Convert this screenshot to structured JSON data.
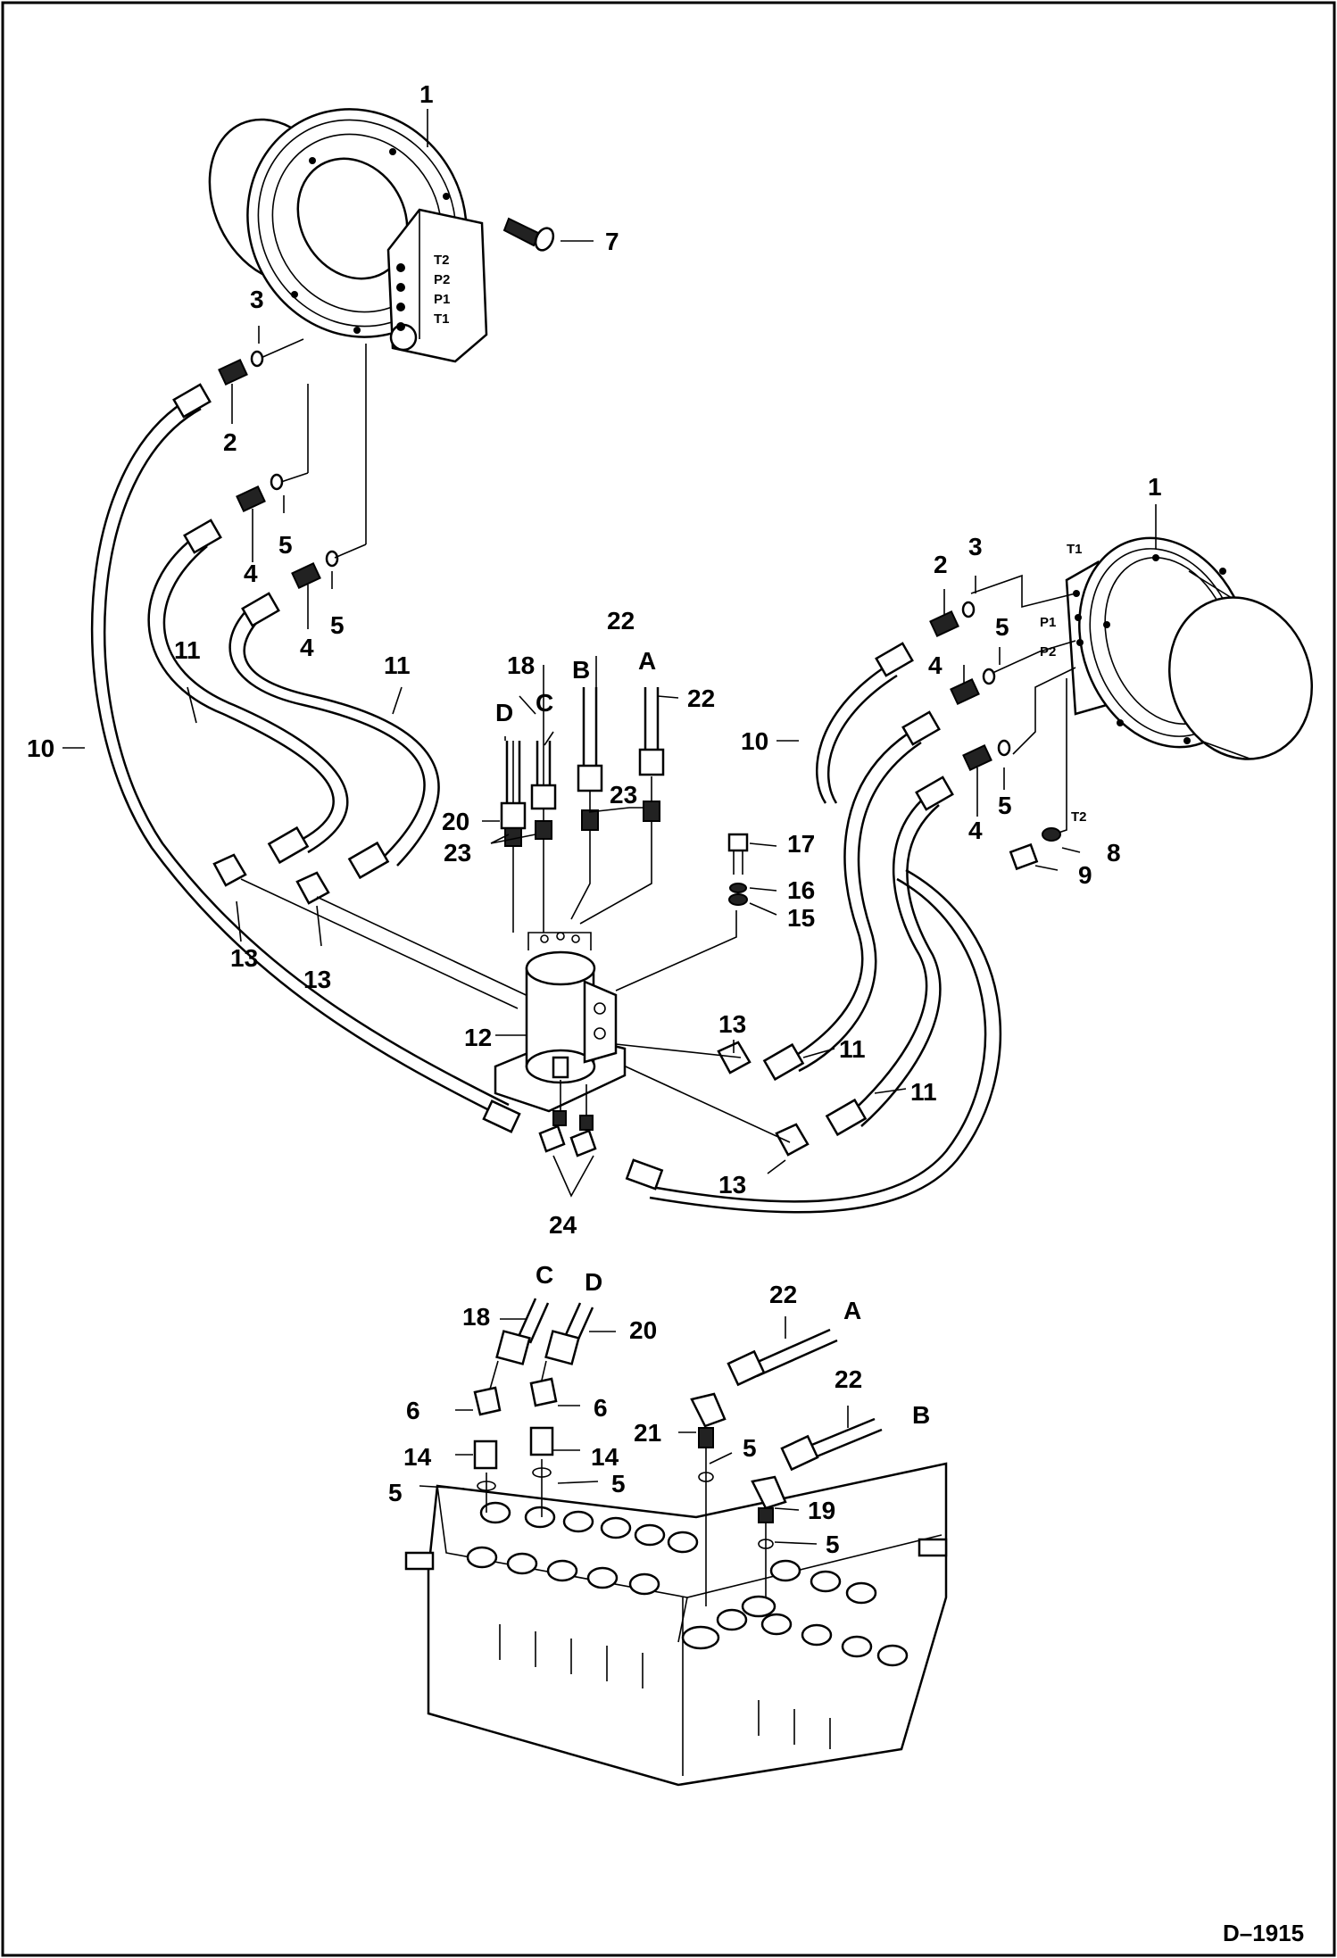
{
  "figure_id": "D–1915",
  "ports": {
    "left_motor": [
      "T2",
      "P2",
      "P1",
      "T1"
    ],
    "right_motor": [
      "T1",
      "P1",
      "P2",
      "T2"
    ]
  },
  "callouts": {
    "c1a": "1",
    "c7": "7",
    "c3a": "3",
    "c2a": "2",
    "c4a": "4",
    "c5a": "5",
    "c5b": "5",
    "c4b": "4",
    "c11a": "11",
    "c11b": "11",
    "c10a": "10",
    "c1b": "1",
    "c2b": "2",
    "c3b": "3",
    "c4c": "4",
    "c5c": "5",
    "c5d": "5",
    "c4d": "4",
    "c10b": "10",
    "c8": "8",
    "c9": "9",
    "c17": "17",
    "c16": "16",
    "c15": "15",
    "c22a": "22",
    "c22b": "22",
    "c18a": "18",
    "cDa": "D",
    "cCa": "C",
    "cBa": "B",
    "cAa": "A",
    "c20a": "20",
    "c23a": "23",
    "c23b": "23",
    "c13a": "13",
    "c13b": "13",
    "c12": "12",
    "c13c": "13",
    "c13d": "13",
    "c11c": "11",
    "c11d": "11",
    "c24": "24",
    "cCb": "C",
    "cDb": "D",
    "c18b": "18",
    "c20b": "20",
    "c22c": "22",
    "cAb": "A",
    "c22d": "22",
    "cBb": "B",
    "c6a": "6",
    "c6b": "6",
    "c21": "21",
    "c5e": "5",
    "c14a": "14",
    "c14b": "14",
    "c5f": "5",
    "c5g": "5",
    "c19": "19",
    "c5h": "5"
  }
}
